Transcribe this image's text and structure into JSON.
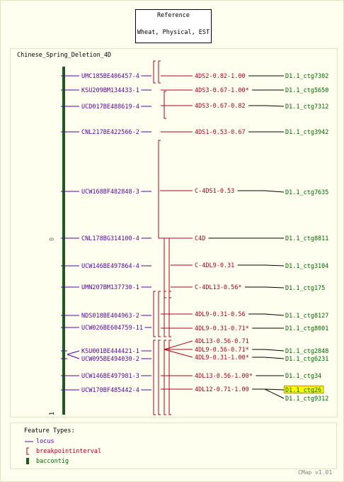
{
  "reference": {
    "title": "Reference",
    "subtitle": "Wheat, Physical, EST"
  },
  "map_name": "Chinese_Spring_Deletion_4D",
  "scale": {
    "top_label": "0",
    "bottom_label": "1"
  },
  "colors": {
    "background": "#fffff0",
    "border": "#e2e2c0",
    "locus": "#5500a0",
    "breakpoint": "#b00020",
    "contig": "#006600",
    "baccontig_bar": "#1e5a1e",
    "highlight_fill": "#ffff00",
    "highlight_border": "#b89000"
  },
  "loci": [
    {
      "id": "l1",
      "label": "UMC185BE406457-4",
      "tier": "left"
    },
    {
      "id": "l2",
      "label": "KSU209BM134433-1",
      "tier": "left"
    },
    {
      "id": "l3",
      "label": "UCD017BE488619-4",
      "tier": "left"
    },
    {
      "id": "l4",
      "label": "CNL217BE422566-2",
      "tier": "left"
    },
    {
      "id": "l5",
      "label": "UCW168BF482848-3",
      "tier": "left"
    },
    {
      "id": "l6",
      "label": "CNL178BG314100-4",
      "tier": "left"
    },
    {
      "id": "l7",
      "label": "UCW146BE497864-4",
      "tier": "left"
    },
    {
      "id": "l8",
      "label": "UMN207BM137730-1",
      "tier": "left"
    },
    {
      "id": "l9",
      "label": "NDS018BE404963-2",
      "tier": "left"
    },
    {
      "id": "l10",
      "label": "UCW026BE604759-11",
      "tier": "left"
    },
    {
      "id": "l11",
      "label": "KSU001BE444421-1",
      "tier": "left"
    },
    {
      "id": "l12",
      "label": "UCW095BE494030-2",
      "tier": "left"
    },
    {
      "id": "l13",
      "label": "UCW146BE497981-3",
      "tier": "left"
    },
    {
      "id": "l14",
      "label": "UCW170BF485442-4",
      "tier": "left"
    }
  ],
  "intervals": [
    {
      "id": "b1",
      "label": "4DS2-0.82-1.00"
    },
    {
      "id": "b2",
      "label": "4DS3-0.67-1.00*"
    },
    {
      "id": "b3",
      "label": "4DS3-0.67-0.82"
    },
    {
      "id": "b4",
      "label": "4DS1-0.53-0.67"
    },
    {
      "id": "b5",
      "label": "C-4DS1-0.53"
    },
    {
      "id": "b6",
      "label": "C4D"
    },
    {
      "id": "b7",
      "label": "C-4DL9-0.31"
    },
    {
      "id": "b8",
      "label": "C-4DL13-0.56*"
    },
    {
      "id": "b9",
      "label": "4DL9-0.31-0.56"
    },
    {
      "id": "b10",
      "label": "4DL9-0.31-0.71*"
    },
    {
      "id": "b11",
      "label": "4DL13-0.56-0.71"
    },
    {
      "id": "b12",
      "label": "4DL9-0.56-0.71*"
    },
    {
      "id": "b13",
      "label": "4DL9-0.31-1.00*"
    },
    {
      "id": "b14",
      "label": "4DL13-0.56-1.00*"
    },
    {
      "id": "b15",
      "label": "4DL12-0.71-1.00"
    }
  ],
  "contigs": [
    {
      "id": "c1",
      "label": "D1.1_ctg7302",
      "highlight": false
    },
    {
      "id": "c2",
      "label": "D1.1_ctg5650",
      "highlight": false
    },
    {
      "id": "c3",
      "label": "D1.1_ctg7312",
      "highlight": false
    },
    {
      "id": "c4",
      "label": "D1.1_ctg3942",
      "highlight": false
    },
    {
      "id": "c5",
      "label": "D1.1_ctg7635",
      "highlight": false
    },
    {
      "id": "c6",
      "label": "D1.1_ctg8811",
      "highlight": false
    },
    {
      "id": "c7",
      "label": "D1.1_ctg3104",
      "highlight": false
    },
    {
      "id": "c8",
      "label": "D1.1_ctg175",
      "highlight": false
    },
    {
      "id": "c9",
      "label": "D1.1_ctg8127",
      "highlight": false
    },
    {
      "id": "c10",
      "label": "D1.1_ctg8001",
      "highlight": false
    },
    {
      "id": "c11",
      "label": "D1.1_ctg2848",
      "highlight": false
    },
    {
      "id": "c12",
      "label": "D1.1_ctg6231",
      "highlight": false
    },
    {
      "id": "c13",
      "label": "D1.1_ctg34",
      "highlight": false
    },
    {
      "id": "c14",
      "label": "D1.1_ctg26",
      "highlight": true
    },
    {
      "id": "c15",
      "label": "D1.1_ctg9312",
      "highlight": false
    }
  ],
  "legend": {
    "title": "Feature Types:",
    "items": [
      {
        "label": "locus",
        "glyph": "line"
      },
      {
        "label": "breakpointinterval",
        "glyph": "bracket"
      },
      {
        "label": "baccontig",
        "glyph": "bar"
      }
    ]
  },
  "footer": "CMap v1.01"
}
